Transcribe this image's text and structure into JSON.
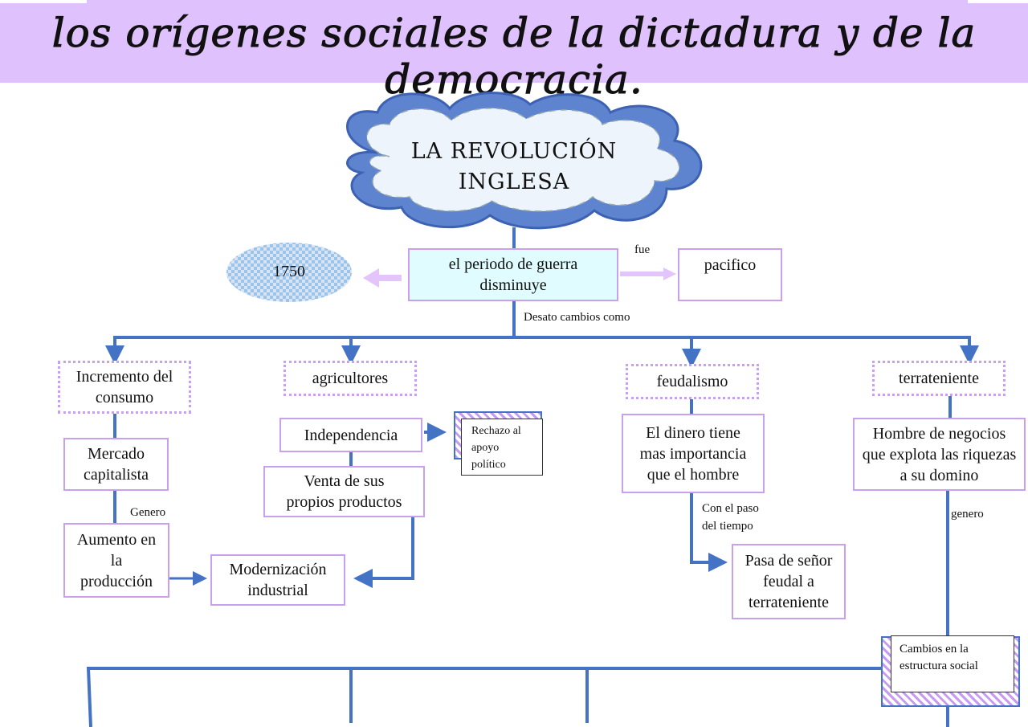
{
  "title": "los orígenes sociales de la dictadura y de la democracia.",
  "central": {
    "line1": "LA REVOLUCIÓN",
    "line2": "INGLESA"
  },
  "periodo": "el periodo de guerra disminuye",
  "fue": "fue",
  "pacifico": "pacifico",
  "year": "1750",
  "desato": "Desato cambios como",
  "branches": {
    "incremento": "Incremento del consumo",
    "mercado": "Mercado capitalista",
    "genero1": "Genero",
    "aumento": "Aumento en la producción",
    "modernizacion": "Modernización industrial",
    "agricultores": "agricultores",
    "independencia": "Independencia",
    "rechazo": "Rechazo al apoyo político",
    "venta": "Venta de sus propios productos",
    "feudalismo": "feudalismo",
    "dinero": "El dinero tiene mas importancia que el hombre",
    "conpaso": "Con el paso del tiempo",
    "pasa": "Pasa de señor feudal a terrateniente",
    "terrateniente": "terrateniente",
    "hombre": "Hombre de negocios que explota las riquezas a su domino",
    "genero2": "genero",
    "cambios": "Cambios en la estructura social"
  },
  "colors": {
    "line": "#4472c4",
    "border": "#c9a0f0",
    "band": "#dfc1fe"
  }
}
